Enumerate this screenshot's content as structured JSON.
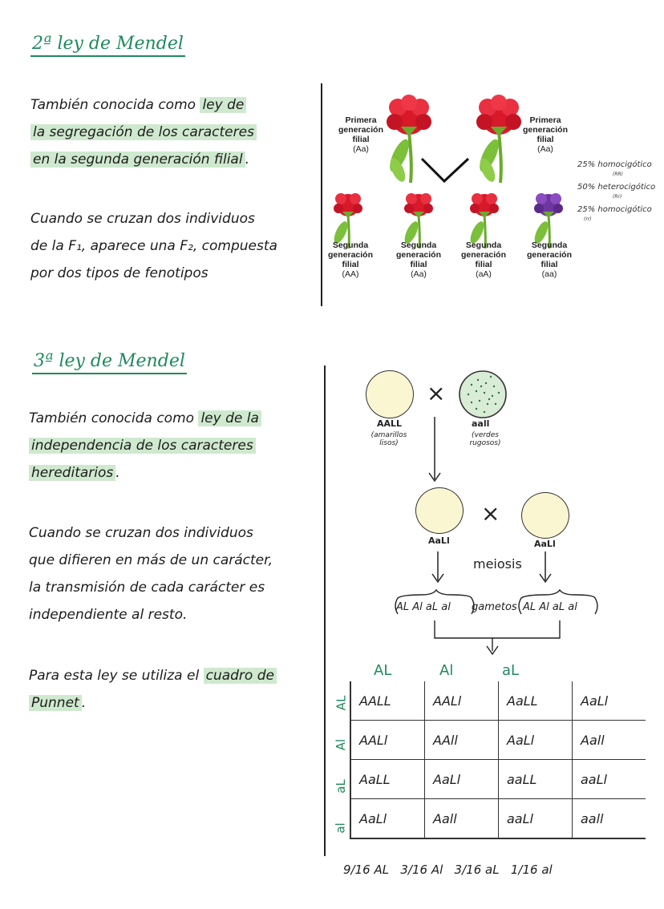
{
  "section2": {
    "title": "2ª ley de Mendel",
    "para1": [
      {
        "pre": "También conocida como ",
        "hl": "ley de"
      },
      {
        "pre": "",
        "hl": "la segregación de los caracteres"
      },
      {
        "pre": "",
        "hl": "en la segunda generación filial",
        "post": "."
      }
    ],
    "para2": [
      "Cuando se cruzan dos individuos",
      "de la F₁, aparece una F₂, compuesta",
      "por dos tipos de fenotipos"
    ],
    "diagram": {
      "parents": [
        {
          "l1": "Primera",
          "l2": "generación",
          "l3": "filial",
          "geno": "(Aa)"
        },
        {
          "l1": "Primera",
          "l2": "generación",
          "l3": "filial",
          "geno": "(Aa)"
        }
      ],
      "children": [
        {
          "l1": "Segunda",
          "l2": "generación",
          "l3": "filial",
          "geno": "(AA)"
        },
        {
          "l1": "Segunda",
          "l2": "generación",
          "l3": "filial",
          "geno": "(Aa)"
        },
        {
          "l1": "Segunda",
          "l2": "generación",
          "l3": "filial",
          "geno": "(aA)"
        },
        {
          "l1": "Segunda",
          "l2": "generación",
          "l3": "filial",
          "geno": "(aa)"
        }
      ],
      "notes": [
        {
          "main": "25% homocigótico",
          "sub": "(RR)"
        },
        {
          "main": "50% heterocigótico",
          "sub": "(Rr)"
        },
        {
          "main": "25% homocigótico",
          "sub": "(rr)"
        }
      ],
      "colors": {
        "red_flower": "#e0202e",
        "purple_flower": "#7a3fa8",
        "stem": "#7bbf3a"
      }
    }
  },
  "section3": {
    "title": "3ª ley de Mendel",
    "para1": [
      {
        "pre": "También conocida como ",
        "hl": "ley de la"
      },
      {
        "pre": "",
        "hl": "independencia de los caracteres"
      },
      {
        "pre": "",
        "hl": "hereditarios",
        "post": "."
      }
    ],
    "para2": [
      "Cuando se cruzan dos individuos",
      "que difieren en más de un carácter,",
      "la transmisión de cada carácter es",
      "independiente al resto."
    ],
    "para3": [
      {
        "pre": "Para esta ley se utiliza el ",
        "hl": "cuadro de"
      },
      {
        "pre": "",
        "hl": "Punnet",
        "post": "."
      }
    ],
    "cross": {
      "times": "×",
      "p1": {
        "geno": "AALL",
        "desc1": "(amarillos",
        "desc2": "lisos)"
      },
      "p2": {
        "geno": "aall",
        "desc1": "(verdes",
        "desc2": "rugosos)"
      },
      "f1a": "AaLl",
      "f1b": "AaLl",
      "meiosis": "meiosis",
      "gametes_left": "AL Al aL al",
      "gametes_word": "gametos",
      "gametes_right": "AL Al aL al"
    },
    "punnett": {
      "col_headers": [
        "AL",
        "Al",
        "aL"
      ],
      "row_headers": [
        "AL",
        "Al",
        "aL",
        "al"
      ],
      "rows": [
        [
          "AALL",
          "AALl",
          "AaLL",
          "AaLl"
        ],
        [
          "AALl",
          "AAll",
          "AaLl",
          "Aall"
        ],
        [
          "AaLL",
          "AaLl",
          "aaLL",
          "aaLl"
        ],
        [
          "AaLl",
          "Aall",
          "aaLl",
          "aall"
        ]
      ]
    },
    "ratios": "9/16 AL   3/16 Al   3/16 aL   1/16 al"
  }
}
